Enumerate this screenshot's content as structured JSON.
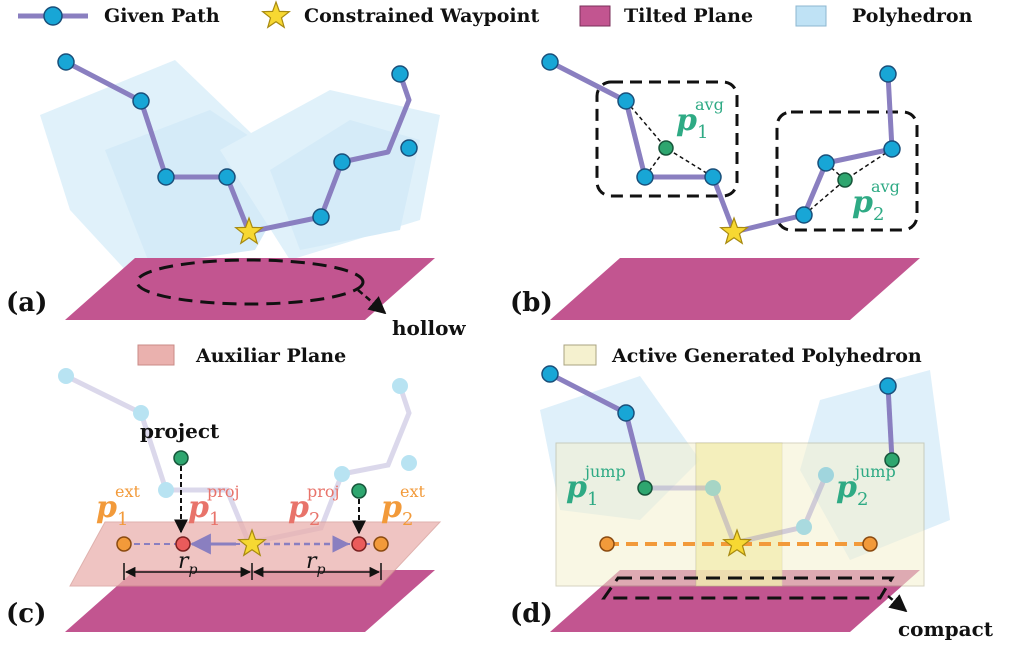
{
  "legend": {
    "given_path": "Given Path",
    "constrained_waypoint": "Constrained Waypoint",
    "tilted_plane": "Tilted Plane",
    "polyhedron": "Polyhedron"
  },
  "panels": {
    "a": {
      "label": "(a)",
      "annotation": "hollow"
    },
    "b": {
      "label": "(b)",
      "p1_sub": "1",
      "p1_sup": "avg",
      "p2_sub": "2",
      "p2_sup": "avg"
    },
    "c": {
      "label": "(c)",
      "legend_label": "Auxiliar Plane",
      "project_label": "project",
      "p1_ext_sub": "1",
      "p1_ext_sup": "ext",
      "p1_proj_sub": "1",
      "p1_proj_sup": "proj",
      "p2_proj_sub": "2",
      "p2_proj_sup": "proj",
      "p2_ext_sub": "2",
      "p2_ext_sup": "ext",
      "rp_sub": "p"
    },
    "d": {
      "label": "(d)",
      "legend_label": "Active Generated Polyhedron",
      "p1_sub": "1",
      "p1_sup": "jump",
      "p2_sub": "2",
      "p2_sup": "jump",
      "annotation": "compact"
    }
  },
  "colors": {
    "path": "#8a7fc0",
    "waypoint": "#18a6d6",
    "star": "#f7d832",
    "plane": "#c25590",
    "polyhedron": "#bfe2f5",
    "avg_point": "#2ea66f",
    "proj_point": "#ea5b5b",
    "ext_point": "#f29a3a",
    "aux_plane": "#eab1ae",
    "active_poly": "#f5f1cf",
    "teal_text": "#2eaa84",
    "red_text": "#e8736a",
    "orange_text": "#f29a3a"
  }
}
